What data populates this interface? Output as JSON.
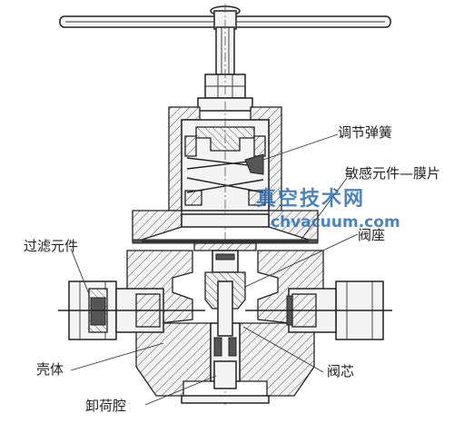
{
  "labels": {
    "spring": "调节弹簧",
    "diaphragm": "敏感元件—膜片",
    "valve_seat": "阀座",
    "filter": "过滤元件",
    "shell": "壳体",
    "valve_core": "阀芯",
    "relief_chamber": "卸荷腔"
  },
  "watermark": {
    "title": "真空技术网",
    "url": "chvacuum.com"
  }
}
